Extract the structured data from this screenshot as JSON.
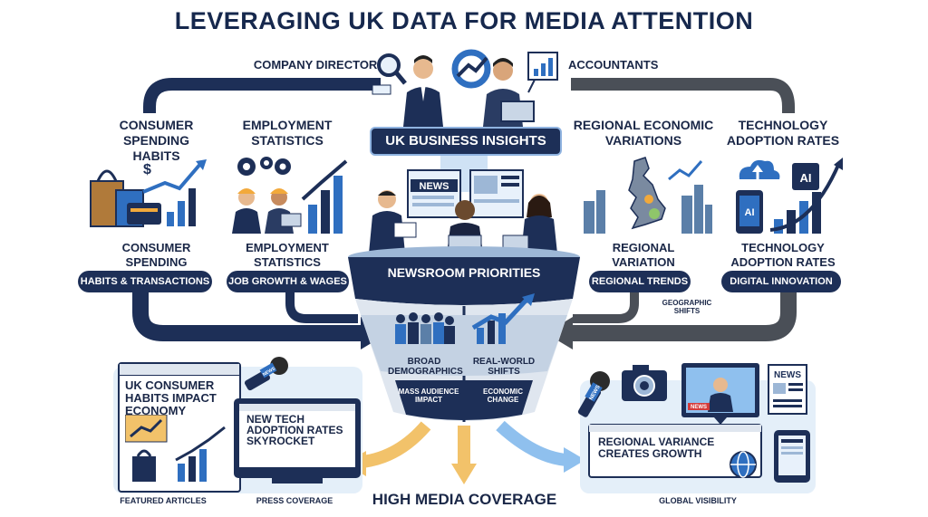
{
  "title": "LEVERAGING UK DATA FOR MEDIA ATTENTION",
  "top": {
    "left_label": "COMPANY DIRECTORS",
    "right_label": "ACCOUNTANTS",
    "center_pill": "UK BUSINESS INSIGHTS"
  },
  "columns": {
    "consumer": {
      "title": "CONSUMER SPENDING HABITS",
      "sub": "CONSUMER SPENDING HABITS",
      "pill": "HABITS & TRANSACTIONS"
    },
    "employment": {
      "title": "EMPLOYMENT STATISTICS",
      "sub": "EMPLOYMENT STATISTICS",
      "pill": "JOB GROWTH & WAGES"
    },
    "regional": {
      "title": "REGIONAL ECONOMIC VARIATIONS",
      "sub": "REGIONAL VARIATION",
      "pill": "REGIONAL TRENDS",
      "note": "GEOGRAPHIC SHIFTS"
    },
    "technology": {
      "title": "TECHNOLOGY ADOPTION RATES",
      "sub": "TECHNOLOGY ADOPTION RATES",
      "pill": "DIGITAL INNOVATION"
    }
  },
  "newsroom": {
    "news_sign": "NEWS",
    "funnel_label": "NEWSROOM PRIORITIES",
    "left_section": {
      "title": "BROAD DEMOGRAPHICS",
      "sub": "MASS AUDIENCE IMPACT"
    },
    "right_section": {
      "title": "REAL-WORLD SHIFTS",
      "sub": "ECONOMIC CHANGE"
    }
  },
  "bottom": {
    "article_left": "UK CONSUMER HABITS IMPACT ECONOMY",
    "article_center": "NEW TECH ADOPTION RATES SKYROCKET",
    "article_right": "REGIONAL VARIANCE CREATES GROWTH",
    "news_badge_right": "NEWS",
    "news_badge_tv": "NEWS",
    "mic_tag_left": "NEWS",
    "mic_tag_right": "NEWS",
    "label_featured": "FEATURED ARTICLES",
    "label_press": "PRESS COVERAGE",
    "label_coverage": "HIGH MEDIA COVERAGE",
    "label_visibility": "GLOBAL VISIBILITY"
  },
  "icon_text": {
    "ai_chip": "AI",
    "ai_phone": "AI"
  },
  "colors": {
    "navy": "#1d2f57",
    "blue": "#2f6fc0",
    "light_blue": "#cfe2f5",
    "orange": "#f2a93b",
    "grey_arrow": "#4a4f57"
  }
}
